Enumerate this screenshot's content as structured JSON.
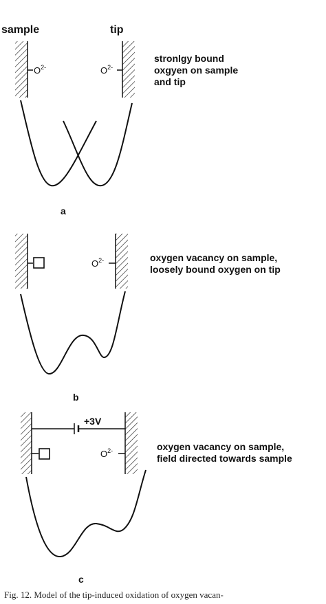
{
  "header": {
    "sample_label": "sample",
    "tip_label": "tip"
  },
  "panels": [
    {
      "letter": "a",
      "sample_species": "O2-",
      "tip_species": "O2-",
      "description": [
        "stronlgy bound",
        "oxgyen on sample",
        "and tip"
      ]
    },
    {
      "letter": "b",
      "sample_species": "vacancy",
      "tip_species": "O2-",
      "description": [
        "oxygen vacancy on sample,",
        "loosely bound oxygen on tip"
      ]
    },
    {
      "letter": "c",
      "sample_species": "vacancy",
      "tip_species": "O2-",
      "bias": "+3V",
      "description": [
        "oxygen vacancy on sample,",
        "field directed towards sample"
      ]
    }
  ],
  "caption": "Fig. 12. Model of the tip-induced oxidation of oxygen vacan-"
}
